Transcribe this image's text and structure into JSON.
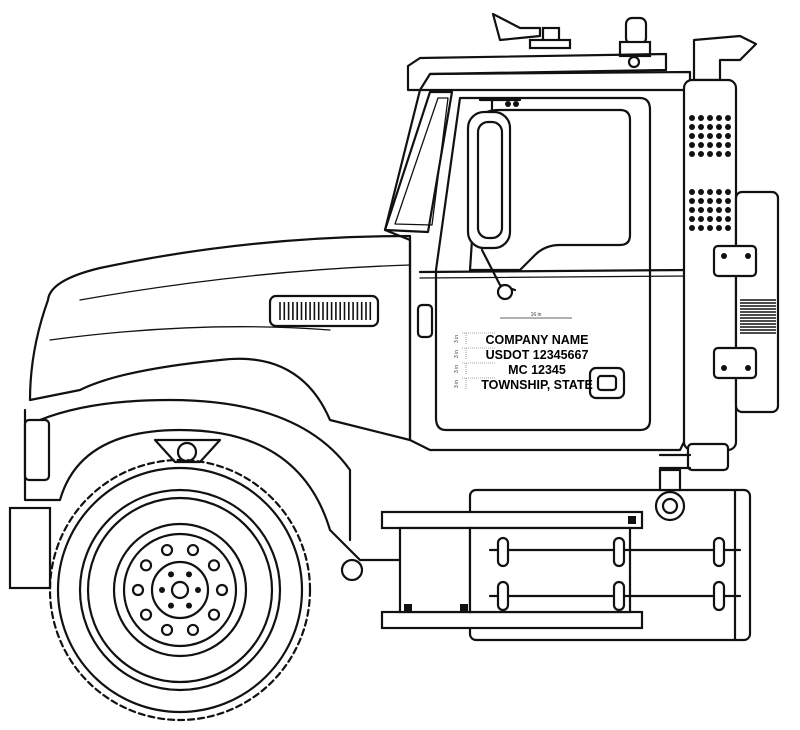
{
  "door_lettering": {
    "lines": [
      "COMPANY NAME",
      "USDOT 12345667",
      "MC 12345",
      "TOWNSHIP, STATE"
    ],
    "width_label": "16 in",
    "line_height_labels": [
      "3 in",
      "3 in",
      "3 in",
      "3 in"
    ]
  },
  "colors": {
    "line": "#111111",
    "background": "#ffffff"
  }
}
